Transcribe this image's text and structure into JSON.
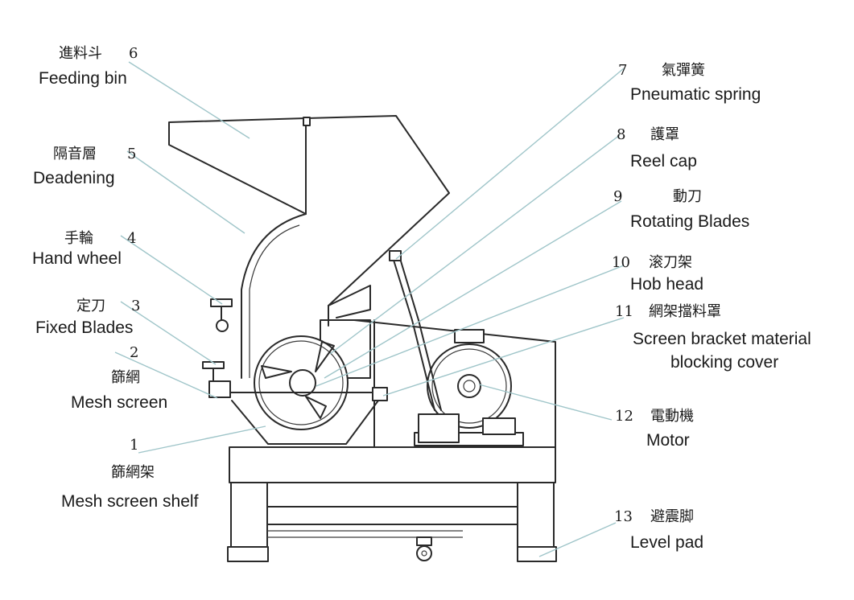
{
  "labels": [
    {
      "num": "6",
      "zh": "進料斗",
      "en": "Feeding bin"
    },
    {
      "num": "5",
      "zh": "隔音層",
      "en": "Deadening"
    },
    {
      "num": "4",
      "zh": "手輪",
      "en": "Hand  wheel"
    },
    {
      "num": "3",
      "zh": "定刀",
      "en": "Fixed Blades"
    },
    {
      "num": "2",
      "zh": "篩網",
      "en": "Mesh screen"
    },
    {
      "num": "1",
      "zh": "篩網架",
      "en": "Mesh screen shelf"
    },
    {
      "num": "7",
      "zh": "氣彈簧",
      "en": "Pneumatic  spring"
    },
    {
      "num": "8",
      "zh": "護罩",
      "en": "Reel cap"
    },
    {
      "num": "9",
      "zh": "動刀",
      "en": "Rotating Blades"
    },
    {
      "num": "10",
      "zh": "滚刀架",
      "en": "Hob head"
    },
    {
      "num": "11",
      "zh": "網架擋料罩",
      "en": "Screen bracket material",
      "en2": "blocking cover"
    },
    {
      "num": "12",
      "zh": "電動機",
      "en": "Motor"
    },
    {
      "num": "13",
      "zh": "避震脚",
      "en": "Level pad"
    }
  ],
  "colors": {
    "linework": "#2a2a2a",
    "leader_lines": "#9fc5c9",
    "background": "#ffffff"
  }
}
